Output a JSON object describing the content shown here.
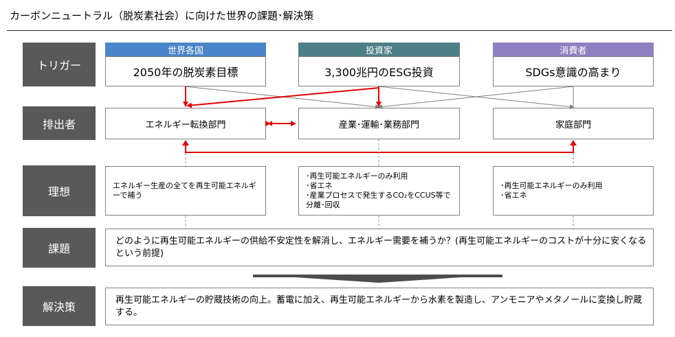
{
  "title": "カーボンニュートラル（脱炭素社会）に向けた世界の課題･解決策",
  "row_labels": [
    "トリガー",
    "排出者",
    "理想",
    "課題",
    "解決策"
  ],
  "triggers": [
    {
      "header": "世界各国",
      "text": "2050年の脱炭素目標",
      "color": "#4a86c8"
    },
    {
      "header": "投資家",
      "text": "3,300兆円のESG投資",
      "color": "#4d7f87"
    },
    {
      "header": "消費者",
      "text": "SDGs意識の高まり",
      "color": "#8d7fc0"
    }
  ],
  "emitters": [
    "エネルギー転換部門",
    "産業･運輸･業務部門",
    "家庭部門"
  ],
  "ideals": {
    "energy": "エネルギー生産の全てを再生可能エネルギーで補う",
    "industry": [
      "･再生可能エネルギーのみ利用",
      "･省エネ",
      "･産業プロセスで発生するCO₂をCCUS等で分離･回収"
    ],
    "household": [
      "･再生可能エネルギーのみ利用",
      "･省エネ"
    ]
  },
  "issue": "どのように再生可能エネルギーの供給不安定性を解消し、エネルギー需要を補うか？(再生可能エネルギーのコストが十分に安くなるという前提)",
  "solution": "再生可能エネルギーの貯蔵技術の向上。蓄電に加え、再生可能エネルギーから水素を製造し、アンモニアやメタノールに変換し貯蔵する。",
  "colors": {
    "label_bg": "#595959",
    "arrow_red": "#e00000",
    "line_gray": "#7f7f7f",
    "banner": "#4d4d4d"
  }
}
